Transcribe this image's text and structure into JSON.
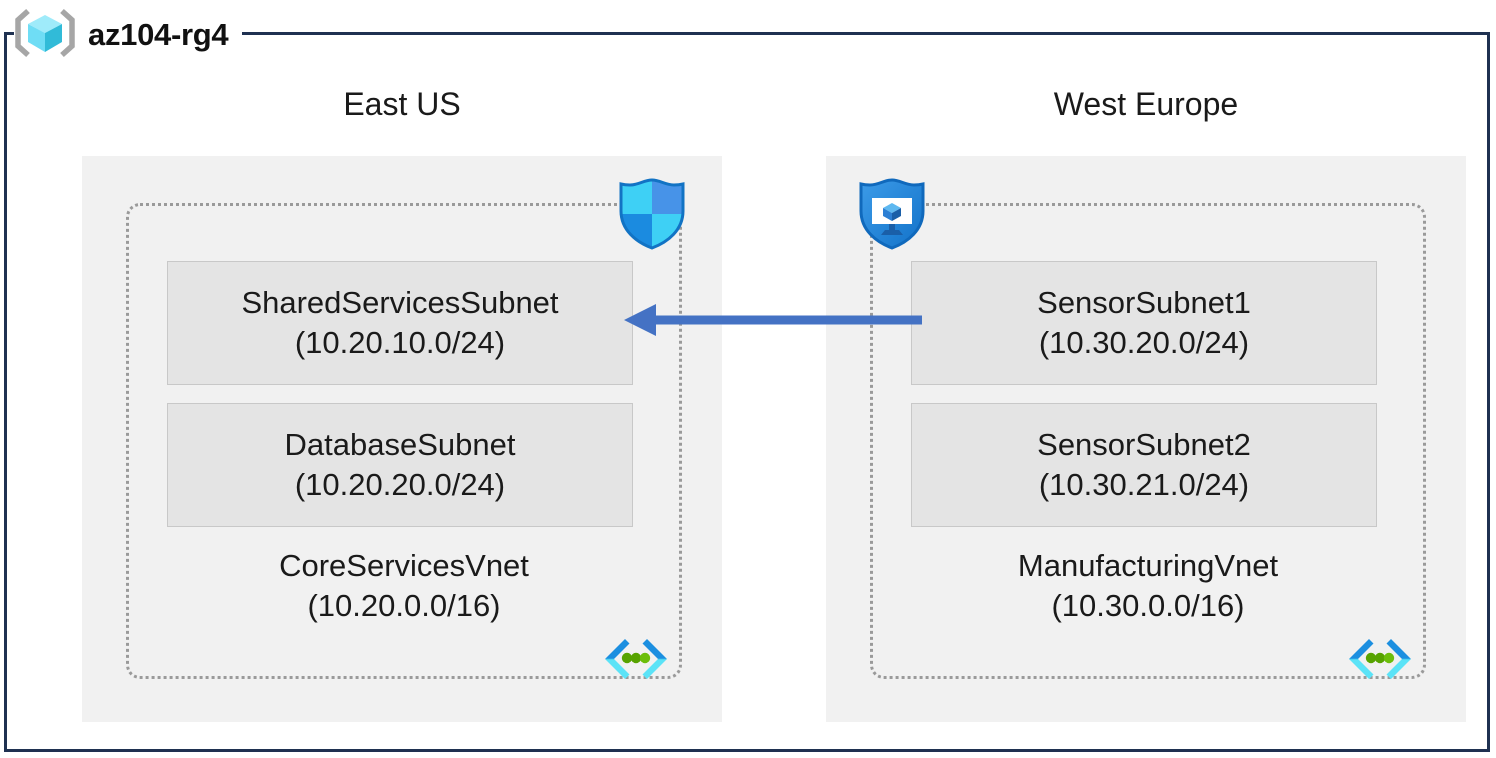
{
  "resource_group": {
    "name": "az104-rg4",
    "icon": "resource-group-cube-icon",
    "frame_color": "#1F3151"
  },
  "regions": [
    {
      "id": "eastus",
      "label": "East US",
      "vnet": {
        "name": "CoreServicesVnet",
        "cidr": "(10.20.0.0/16)",
        "icon": "virtual-network-icon",
        "subnets": [
          {
            "name": "SharedServicesSubnet",
            "cidr": "(10.20.10.0/24)",
            "badge_icon": "network-security-group-shield-icon"
          },
          {
            "name": "DatabaseSubnet",
            "cidr": "(10.20.20.0/24)",
            "badge_icon": null
          }
        ]
      }
    },
    {
      "id": "westeurope",
      "label": "West Europe",
      "vnet": {
        "name": "ManufacturingVnet",
        "cidr": "(10.30.0.0/16)",
        "icon": "virtual-network-icon",
        "subnets": [
          {
            "name": "SensorSubnet1",
            "cidr": "(10.30.20.0/24)",
            "badge_icon": "azure-bastion-shield-monitor-icon"
          },
          {
            "name": "SensorSubnet2",
            "cidr": "(10.30.21.0/24)",
            "badge_icon": null
          }
        ]
      }
    }
  ],
  "connection": {
    "icon": "vnet-peering-arrow-left-icon",
    "direction": "right-to-left",
    "color": "#4472C4",
    "from": "SensorSubnet1",
    "to": "SharedServicesSubnet"
  },
  "colors": {
    "region_fill": "#F1F1F1",
    "subnet_fill": "#E4E4E4",
    "subnet_border": "#C8C8C8",
    "vnet_border": "#9A9A9A",
    "arrow": "#4472C4",
    "frame": "#1F3151",
    "cube_cyan": "#7FE3F5",
    "shield_blue": "#2E8BE0",
    "vnet_green": "#57A300"
  }
}
